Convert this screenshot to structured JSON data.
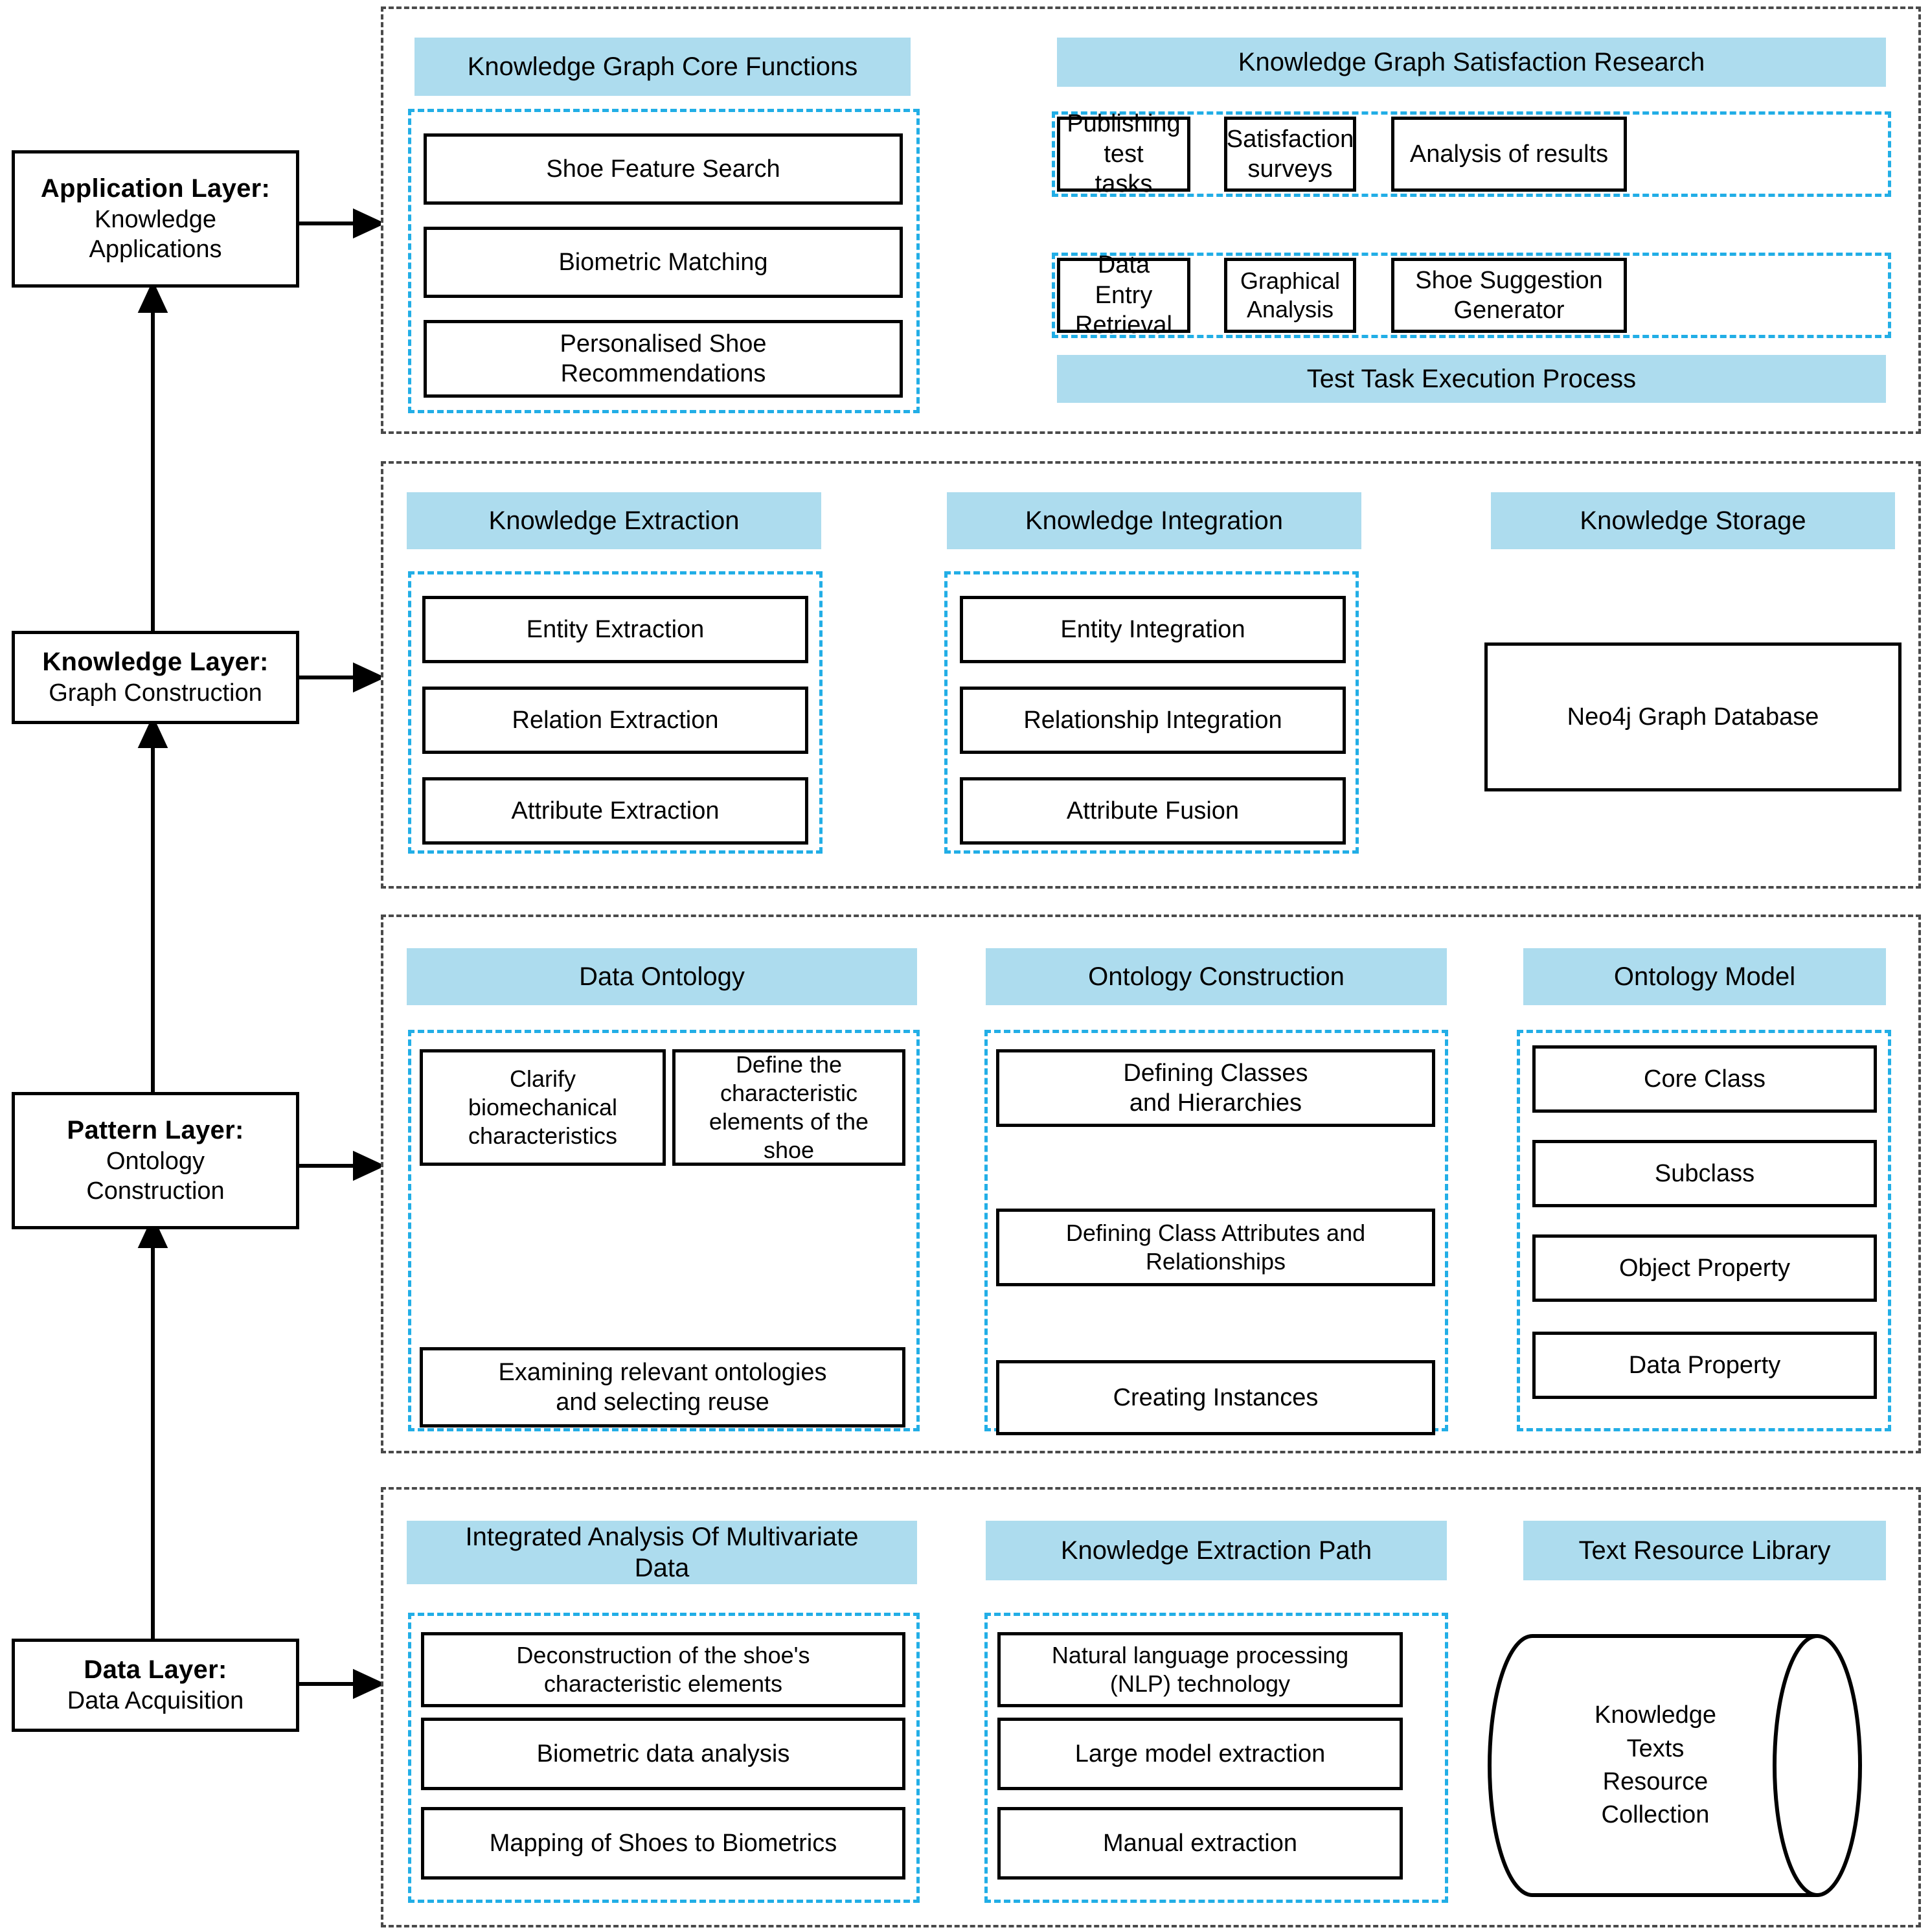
{
  "theme": {
    "header_blue": "#ADDCEE",
    "group_dash_blue": "#22AEE6",
    "outer_dash_gray": "#4A4A4A",
    "node_border": "#000000",
    "background": "#FFFFFF"
  },
  "layers": [
    {
      "id": "application",
      "title_bold": "Application Layer:",
      "title_rest": "Knowledge\nApplications",
      "title_line1": "Knowledge",
      "title_line2": "Applications"
    },
    {
      "id": "knowledge",
      "title_bold": "Knowledge Layer:",
      "title_line1": "Graph Construction",
      "title_line2": ""
    },
    {
      "id": "pattern",
      "title_bold": "Pattern Layer:",
      "title_line1": "Ontology",
      "title_line2": "Construction"
    },
    {
      "id": "data",
      "title_bold": "Data Layer:",
      "title_line1": "Data Acquisition",
      "title_line2": ""
    }
  ],
  "application_layer": {
    "core_functions": {
      "header": "Knowledge Graph Core Functions",
      "items": [
        "Shoe Feature Search",
        "Biometric Matching",
        "Personalised Shoe\nRecommendations"
      ],
      "item0": "Shoe Feature Search",
      "item1": "Biometric Matching",
      "item2_line1": "Personalised Shoe",
      "item2_line2": "Recommendations"
    },
    "satisfaction_research": {
      "header": "Knowledge Graph Satisfaction Research",
      "row1": [
        "Publishing test\ntasks",
        "Satisfaction\nsurveys",
        "Analysis of results"
      ],
      "row1_item0_line1": "Publishing test",
      "row1_item0_line2": "tasks",
      "row1_item1_line1": "Satisfaction",
      "row1_item1_line2": "surveys",
      "row1_item2": "Analysis of results",
      "row2": [
        "Data Entry\nRetrieval",
        "Graphical Analysis",
        "Shoe Suggestion\nGenerator"
      ],
      "row2_item0_line1": "Data Entry",
      "row2_item0_line2": "Retrieval",
      "row2_item1": "Graphical Analysis",
      "row2_item2_line1": "Shoe Suggestion",
      "row2_item2_line2": "Generator",
      "footer": "Test Task Execution Process"
    }
  },
  "knowledge_layer": {
    "extraction": {
      "header": "Knowledge Extraction",
      "items": [
        "Entity Extraction",
        "Relation Extraction",
        "Attribute Extraction"
      ],
      "item0": "Entity Extraction",
      "item1": "Relation Extraction",
      "item2": "Attribute Extraction"
    },
    "integration": {
      "header": "Knowledge Integration",
      "items": [
        "Entity Integration",
        "Relationship Integration",
        "Attribute Fusion"
      ],
      "item0": "Entity Integration",
      "item1": "Relationship Integration",
      "item2": "Attribute Fusion"
    },
    "storage": {
      "header": "Knowledge Storage",
      "database": "Neo4j Graph Database"
    }
  },
  "pattern_layer": {
    "data_ontology": {
      "header": "Data Ontology",
      "item_left_line1": "Clarify",
      "item_left_line2": "biomechanical",
      "item_left_line3": "characteristics",
      "item_right_line1": "Define the",
      "item_right_line2": "characteristic",
      "item_right_line3": "elements of the",
      "item_right_line4": "shoe",
      "item_bottom_line1": "Examining relevant ontologies",
      "item_bottom_line2": "and selecting reuse"
    },
    "ontology_construction": {
      "header": "Ontology Construction",
      "item0_line1": "Defining Classes",
      "item0_line2": "and Hierarchies",
      "item1_line1": "Defining Class Attributes and",
      "item1_line2": "Relationships",
      "item2": "Creating Instances"
    },
    "ontology_model": {
      "header": "Ontology Model",
      "items": [
        "Core Class",
        "Subclass",
        "Object Property",
        "Data Property"
      ],
      "item0": "Core Class",
      "item1": "Subclass",
      "item2": "Object Property",
      "item3": "Data Property"
    }
  },
  "data_layer": {
    "integrated_analysis": {
      "header_line1": "Integrated Analysis Of Multivariate",
      "header_line2": "Data",
      "item0_line1": "Deconstruction of the shoe's",
      "item0_line2": "characteristic elements",
      "item1": "Biometric data analysis",
      "item2": "Mapping of Shoes to Biometrics"
    },
    "extraction_path": {
      "header": "Knowledge Extraction Path",
      "item0_line1": "Natural language processing",
      "item0_line2": "(NLP) technology",
      "item1": "Large model extraction",
      "item2": "Manual extraction"
    },
    "text_resource_library": {
      "header": "Text Resource Library",
      "cylinder_line1": "Knowledge",
      "cylinder_line2": "Texts",
      "cylinder_line3": "Resource",
      "cylinder_line4": "Collection"
    }
  }
}
